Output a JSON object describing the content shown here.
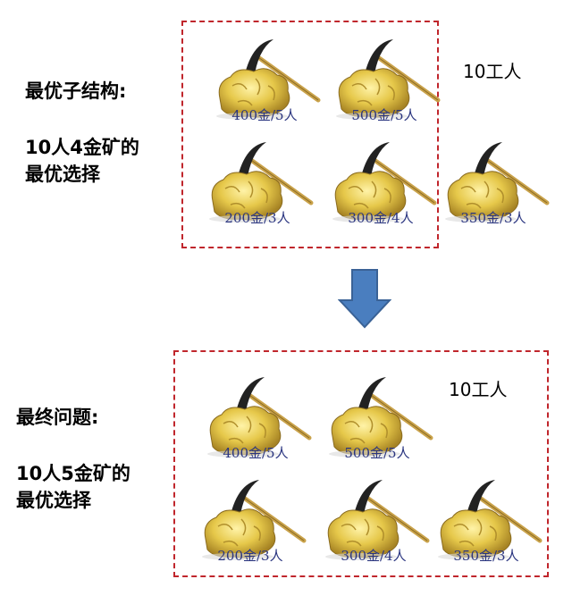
{
  "top": {
    "title_line1": "最优子结构:",
    "desc_line1": "10人4金矿的",
    "desc_line2": "最优选择",
    "workers": "10工人",
    "mines": [
      {
        "caption": "400金/5人",
        "inside_box": true
      },
      {
        "caption": "500金/5人",
        "inside_box": true
      },
      {
        "caption": "200金/3人",
        "inside_box": true
      },
      {
        "caption": "300金/4人",
        "inside_box": true
      },
      {
        "caption": "350金/3人",
        "inside_box": false
      }
    ]
  },
  "bottom": {
    "title_line1": "最终问题:",
    "desc_line1": "10人5金矿的",
    "desc_line2": "最优选择",
    "workers": "10工人",
    "mines": [
      {
        "caption": "400金/5人"
      },
      {
        "caption": "500金/5人"
      },
      {
        "caption": "200金/3人"
      },
      {
        "caption": "300金/4人"
      },
      {
        "caption": "350金/3人"
      }
    ]
  },
  "colors": {
    "box_border": "#c0262c",
    "arrow_fill": "#4a7ebf",
    "caption_text": "#2a3580",
    "gold": "#e6c84a"
  },
  "icons": {
    "mine": "gold-ore-with-pickaxe-icon",
    "arrow": "arrow-down-icon"
  }
}
